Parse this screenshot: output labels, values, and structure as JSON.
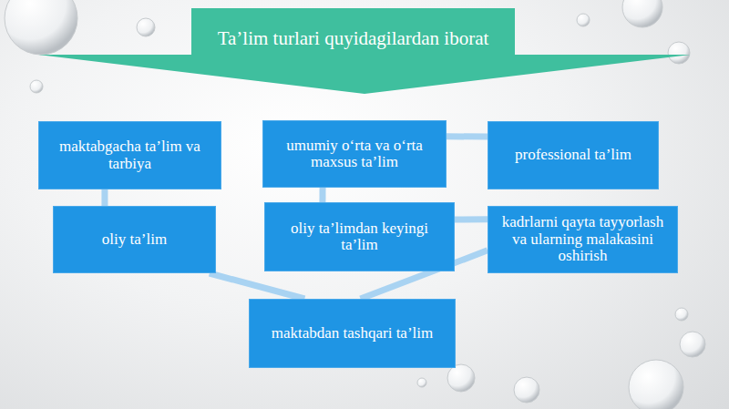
{
  "diagram": {
    "title": "Ta’lim turlari quyidagilardan iborat",
    "nodes": [
      {
        "text": [
          "maktabgacha ta’lim va tarbiya"
        ]
      },
      {
        "text": [
          "umumiy o‘rta va o‘rta maxsus ta’lim"
        ]
      },
      {
        "text": [
          "professional ta’lim"
        ]
      },
      {
        "text": [
          "oliy ta’lim"
        ]
      },
      {
        "text": [
          "oliy ta’limdan keyingi ta’lim"
        ]
      },
      {
        "text": [
          "kadrlarni qayta tayyorlash va ularning malakasini oshirish"
        ]
      },
      {
        "text": [
          "maktabdan tashqari ta’lim"
        ]
      }
    ],
    "edges": [
      {
        "from": 0,
        "to": 3,
        "arrow": "none"
      },
      {
        "from": 1,
        "to": 2,
        "arrow": "none"
      },
      {
        "from": 1,
        "to": 4,
        "arrow": "none"
      },
      {
        "from": 4,
        "to": 5,
        "arrow": "none"
      },
      {
        "from": 3,
        "to": 6,
        "arrow": "none"
      },
      {
        "from": 5,
        "to": 6,
        "arrow": "none"
      }
    ]
  }
}
